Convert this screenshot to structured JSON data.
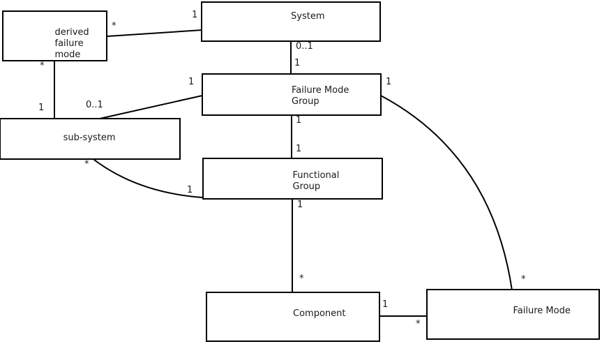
{
  "diagram": {
    "type": "entity-relationship",
    "colors": {
      "background": "#ffffff",
      "line": "#000000",
      "text": "#1a1a1a"
    },
    "entities": [
      {
        "id": "derived-failure-mode",
        "label": "derived\nfailure\nmode"
      },
      {
        "id": "system",
        "label": "System"
      },
      {
        "id": "failure-mode-group",
        "label": "Failure Mode\nGroup"
      },
      {
        "id": "sub-system",
        "label": "sub-system"
      },
      {
        "id": "functional-group",
        "label": "Functional\nGroup"
      },
      {
        "id": "component",
        "label": "Component"
      },
      {
        "id": "failure-mode",
        "label": "Failure Mode"
      }
    ],
    "connectors": [
      {
        "from": "derived-failure-mode",
        "to": "system",
        "from_label": "*",
        "to_label": "1"
      },
      {
        "from": "system",
        "to": "failure-mode-group",
        "from_label": "0..1",
        "to_label": "1"
      },
      {
        "from": "failure-mode-group",
        "to": "sub-system",
        "from_label": "1",
        "to_label": "0..1"
      },
      {
        "from": "derived-failure-mode",
        "to": "sub-system",
        "from_label": "*",
        "to_label": "1"
      },
      {
        "from": "failure-mode-group",
        "to": "functional-group",
        "from_label": "1",
        "to_label": "1"
      },
      {
        "from": "sub-system",
        "to": "functional-group",
        "from_label": "*",
        "to_label": "1"
      },
      {
        "from": "functional-group",
        "to": "component",
        "from_label": "1",
        "to_label": "*"
      },
      {
        "from": "component",
        "to": "failure-mode",
        "from_label": "1",
        "to_label": "*"
      },
      {
        "from": "failure-mode-group",
        "to": "failure-mode",
        "from_label": "1",
        "to_label": "*"
      }
    ]
  }
}
